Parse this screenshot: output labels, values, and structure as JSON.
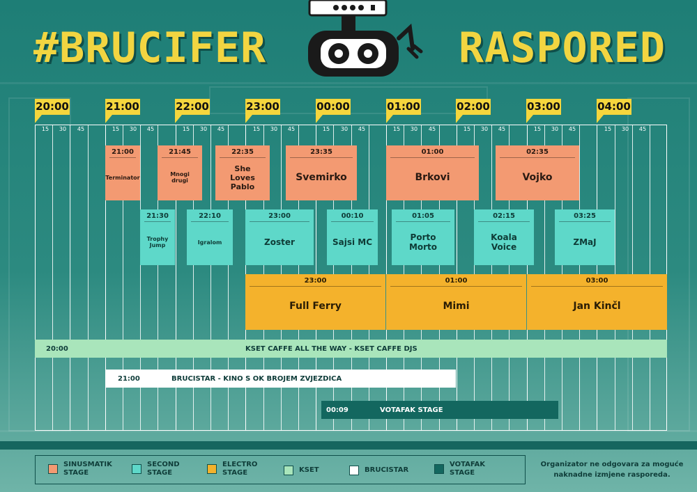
{
  "title_left": "#BRUCIFER",
  "title_right": "RASPORED",
  "hours": [
    "20:00",
    "21:00",
    "22:00",
    "23:00",
    "00:00",
    "01:00",
    "02:00",
    "03:00",
    "04:00"
  ],
  "minute_marks": [
    "15",
    "30",
    "45"
  ],
  "colors": {
    "sinusmatik": "#f39a72",
    "second": "#5ed8c9",
    "electro": "#f4b22c",
    "kset": "#a9e5bb",
    "brucistar": "#ffffff",
    "votafak": "#13675f",
    "accent": "#f2d541"
  },
  "sinusmatik_stage": [
    {
      "time": "21:00",
      "name": "Terminator"
    },
    {
      "time": "21:45",
      "name": "Mnogi drugi"
    },
    {
      "time": "22:35",
      "name": "She Loves Pablo"
    },
    {
      "time": "23:35",
      "name": "Svemirko"
    },
    {
      "time": "01:00",
      "name": "Brkovi"
    },
    {
      "time": "02:35",
      "name": "Vojko"
    }
  ],
  "second_stage": [
    {
      "time": "21:30",
      "name": "Trophy Jump"
    },
    {
      "time": "22:10",
      "name": "Igralom"
    },
    {
      "time": "23:00",
      "name": "Zoster"
    },
    {
      "time": "00:10",
      "name": "Sajsi MC"
    },
    {
      "time": "01:05",
      "name": "Porto Morto"
    },
    {
      "time": "02:15",
      "name": "Koala Voice"
    },
    {
      "time": "03:25",
      "name": "ZMaJ"
    }
  ],
  "electro_stage": [
    {
      "time": "23:00",
      "name": "Full Ferry"
    },
    {
      "time": "01:00",
      "name": "Mimi"
    },
    {
      "time": "03:00",
      "name": "Jan Kinčl"
    }
  ],
  "kset": {
    "time": "20:00",
    "label": "KSET CAFFE ALL THE WAY - KSET CAFFE DJS"
  },
  "brucistar": {
    "time": "21:00",
    "label": "BRUCISTAR - KINO S OK BROJEM ZVJEZDICA"
  },
  "votafak": {
    "time": "00:09",
    "label": "VOTAFAK STAGE"
  },
  "legend": [
    {
      "label": "SINUSMATIK STAGE",
      "color": "#f39a72"
    },
    {
      "label": "SECOND STAGE",
      "color": "#5ed8c9"
    },
    {
      "label": "ELECTRO STAGE",
      "color": "#f4b22c"
    },
    {
      "label": "KSET",
      "color": "#a9e5bb"
    },
    {
      "label": "BRUCISTAR",
      "color": "#ffffff"
    },
    {
      "label": "VOTAFAK STAGE",
      "color": "#13675f"
    }
  ],
  "disclaimer": "Organizator ne odgovara za moguće naknadne izmjene rasporeda."
}
